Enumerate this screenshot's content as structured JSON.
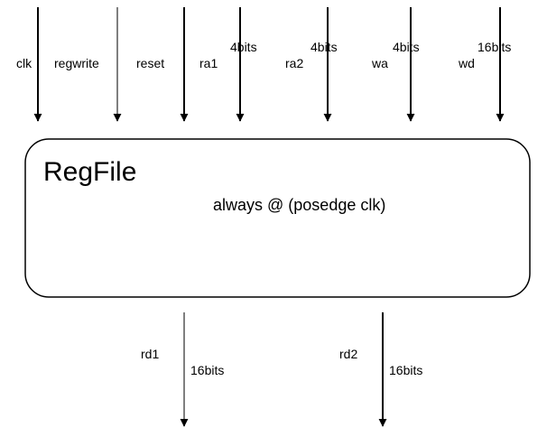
{
  "block": {
    "title": "RegFile",
    "body_text": "always @ (posedge clk)"
  },
  "inputs": [
    {
      "name": "clk",
      "width": ""
    },
    {
      "name": "regwrite",
      "width": ""
    },
    {
      "name": "reset",
      "width": ""
    },
    {
      "name": "ra1",
      "width": "4bits"
    },
    {
      "name": "ra2",
      "width": "4bits"
    },
    {
      "name": "wa",
      "width": "4bits"
    },
    {
      "name": "wd",
      "width": "16bits"
    }
  ],
  "outputs": [
    {
      "name": "rd1",
      "width": "16bits"
    },
    {
      "name": "rd2",
      "width": "16bits"
    }
  ],
  "colors": {
    "line": "#000000",
    "line_grey": "#7f7f7f",
    "background": "#ffffff"
  }
}
